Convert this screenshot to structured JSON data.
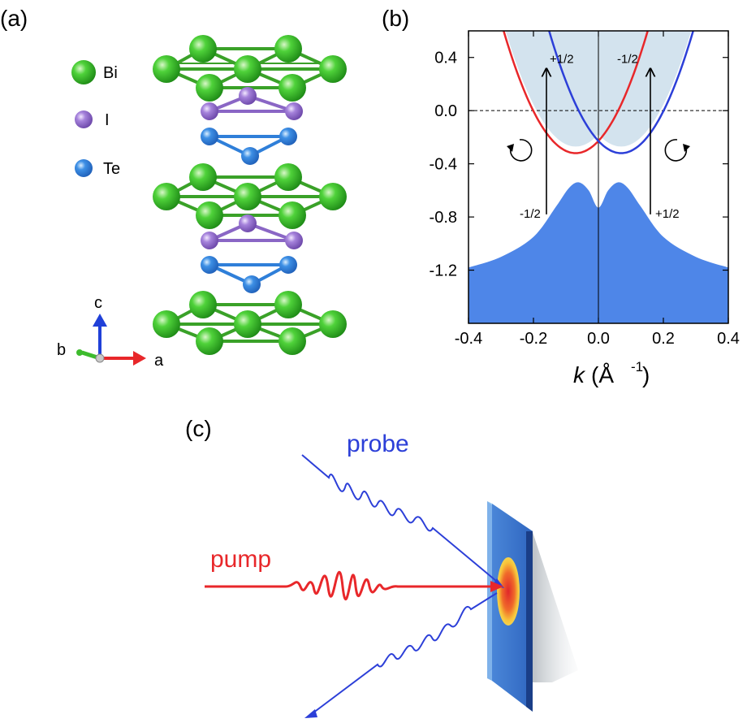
{
  "panels": {
    "a": {
      "label": "(a)",
      "legend": [
        {
          "name": "Bi",
          "color": "#3dbb2d"
        },
        {
          "name": "I",
          "color": "#9a73cf"
        },
        {
          "name": "Te",
          "color": "#2f7fd9"
        }
      ],
      "axes": {
        "c": "c",
        "b": "b",
        "a": "a"
      }
    },
    "b": {
      "label": "(b)",
      "annotations": {
        "top_left": "+1/2",
        "top_right": "-1/2",
        "bottom_left": "-1/2",
        "bottom_right": "+1/2"
      },
      "x_axis_label": "k",
      "x_axis_unit": "(Å",
      "x_axis_unit_exp": "-1",
      "x_axis_unit_close": ")"
    },
    "c": {
      "label": "(c)",
      "probe_label": "probe",
      "pump_label": "pump",
      "probe_color": "#2c3fd8",
      "pump_color": "#e8272a"
    }
  },
  "chart_data": {
    "type": "line",
    "title": "",
    "xlabel": "k (Å-1)",
    "ylabel": "",
    "xlim": [
      -0.4,
      0.4
    ],
    "ylim": [
      -1.6,
      0.6
    ],
    "x_ticks": [
      -0.4,
      -0.2,
      0.0,
      0.2,
      0.4
    ],
    "x_tick_labels": [
      "-0.4",
      "-0.2",
      "0.0",
      "0.2",
      "0.4"
    ],
    "y_ticks": [
      0.4,
      0.0,
      -0.4,
      -0.8,
      -1.2
    ],
    "y_tick_labels": [
      "0.4",
      "0.0",
      "-0.4",
      "-0.8",
      "-1.2"
    ],
    "fermi_level": 0.0,
    "series": [
      {
        "color": "#e8272a",
        "type": "rashba_band",
        "k0": -0.07,
        "e0": -0.32,
        "curvature": 18.7
      },
      {
        "color": "#2c3fd8",
        "type": "rashba_band",
        "k0": 0.07,
        "e0": -0.32,
        "curvature": 18.7
      }
    ],
    "fills": {
      "conduction_color": "#d3e3ee",
      "valence_color": "#4e86e8",
      "valence_points": [
        {
          "x": -0.4,
          "y": -1.18
        },
        {
          "x": -0.3,
          "y": -1.1
        },
        {
          "x": -0.2,
          "y": -0.95
        },
        {
          "x": -0.13,
          "y": -0.72
        },
        {
          "x": -0.09,
          "y": -0.58
        },
        {
          "x": -0.06,
          "y": -0.54
        },
        {
          "x": -0.03,
          "y": -0.6
        },
        {
          "x": 0.0,
          "y": -0.73
        },
        {
          "x": 0.03,
          "y": -0.6
        },
        {
          "x": 0.06,
          "y": -0.54
        },
        {
          "x": 0.09,
          "y": -0.58
        },
        {
          "x": 0.13,
          "y": -0.72
        },
        {
          "x": 0.2,
          "y": -0.95
        },
        {
          "x": 0.3,
          "y": -1.1
        },
        {
          "x": 0.4,
          "y": -1.18
        }
      ]
    },
    "transitions": [
      {
        "k": -0.16,
        "from": -0.78,
        "to": 0.34,
        "start_label": "-1/2",
        "end_label": "+1/2"
      },
      {
        "k": 0.16,
        "from": -0.78,
        "to": 0.34,
        "start_label": "+1/2",
        "end_label": "-1/2"
      }
    ]
  }
}
